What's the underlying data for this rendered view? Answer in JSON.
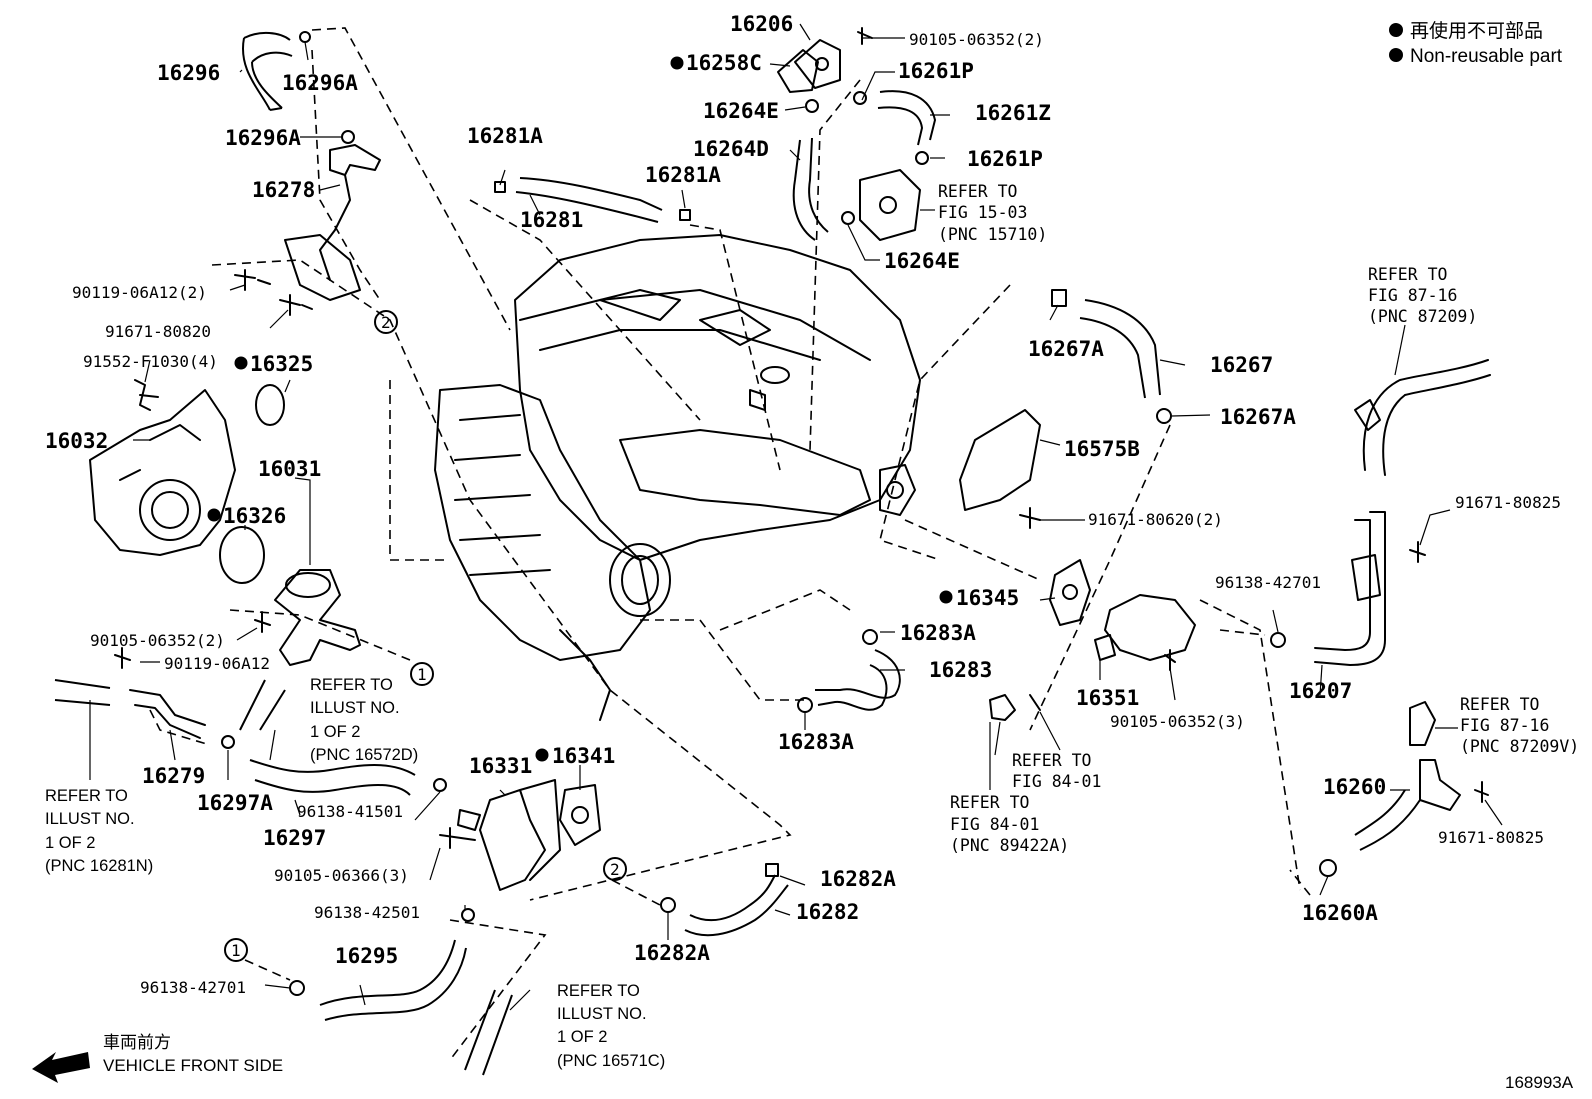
{
  "legend": {
    "jp": "再使用不可部品",
    "en": "Non-reusable part"
  },
  "figure_code": "168993A",
  "direction": {
    "jp": "車両前方",
    "en": "VEHICLE FRONT SIDE"
  },
  "callouts": {
    "c1": "1",
    "c2": "2"
  },
  "parts": {
    "p16206": "16206",
    "p90105_06352_2": "90105-06352(2)",
    "p16258C": "16258C",
    "p16261P_top": "16261P",
    "p16264E_top": "16264E",
    "p16261Z": "16261Z",
    "p16264D": "16264D",
    "p16261P_mid": "16261P",
    "p16264E_bot": "16264E",
    "p16296": "16296",
    "p16296A_top": "16296A",
    "p16296A_mid": "16296A",
    "p16278": "16278",
    "p16281A_left": "16281A",
    "p16281": "16281",
    "p16281A_right": "16281A",
    "p90119_06A12_2": "90119-06A12(2)",
    "p91671_80820": "91671-80820",
    "p91552_F1030_4": "91552-F1030(4)",
    "p16325": "16325",
    "p16032": "16032",
    "p16031": "16031",
    "p16326": "16326",
    "p90105_06352_2b": "90105-06352(2)",
    "p90119_06A12": "90119-06A12",
    "p16279": "16279",
    "p16297A": "16297A",
    "p16297": "16297",
    "p96138_41501": "96138-41501",
    "p16331": "16331",
    "p16341": "16341",
    "p90105_06366_3": "90105-06366(3)",
    "p96138_42501": "96138-42501",
    "p16295": "16295",
    "p96138_42701_left": "96138-42701",
    "p16267A_top": "16267A",
    "p16267": "16267",
    "p16267A_bot": "16267A",
    "p16575B": "16575B",
    "p91671_80620_2": "91671-80620(2)",
    "p16345": "16345",
    "p16283A_top": "16283A",
    "p16283": "16283",
    "p16283A_bot": "16283A",
    "p16351": "16351",
    "p90105_06352_3": "90105-06352(3)",
    "p96138_42701_right": "96138-42701",
    "p16207": "16207",
    "p91671_80825_top": "91671-80825",
    "p16260": "16260",
    "p91671_80825_bot": "91671-80825",
    "p16260A": "16260A",
    "p16282A_top": "16282A",
    "p16282": "16282",
    "p16282A_bot": "16282A"
  },
  "refs": {
    "fig1503": [
      "REFER TO",
      "FIG 15-03",
      "(PNC 15710)"
    ],
    "fig8716_top": [
      "REFER TO",
      "FIG 87-16",
      "(PNC 87209)"
    ],
    "fig8716_bot": [
      "REFER TO",
      "FIG 87-16",
      "(PNC 87209V)"
    ],
    "fig8401_a": [
      "REFER TO",
      "FIG 84-01"
    ],
    "fig8401_b": [
      "REFER TO",
      "FIG 84-01",
      "(PNC 89422A)"
    ],
    "illust_16572D": [
      "REFER TO",
      "ILLUST NO.",
      "1 OF 2",
      "(PNC 16572D)"
    ],
    "illust_16281N": [
      "REFER TO",
      "ILLUST NO.",
      "1 OF 2",
      "(PNC 16281N)"
    ],
    "illust_16571C": [
      "REFER TO",
      "ILLUST NO.",
      "1 OF 2",
      "(PNC 16571C)"
    ]
  },
  "icons": {
    "non_reusable_marker": "filled-black-dot",
    "front_arrow": "arrow-left-icon"
  }
}
